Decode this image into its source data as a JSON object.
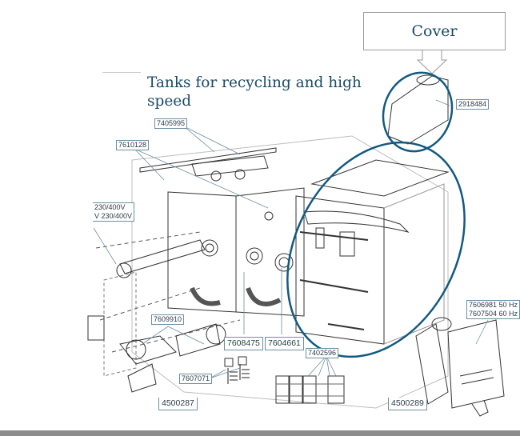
{
  "diagram": {
    "title": "Tanks for recycling and high speed",
    "callout": {
      "label": "Cover"
    },
    "accent_color": "#135a7f",
    "part_labels": [
      {
        "id": "2918484",
        "text": "2918484"
      },
      {
        "id": "7405995",
        "text": "7405995"
      },
      {
        "id": "7610128",
        "text": "7610128"
      },
      {
        "id": "voltage",
        "text": "230/400V\nV 230/400V"
      },
      {
        "id": "7609910",
        "text": "7609910"
      },
      {
        "id": "7608475",
        "text": "7608475"
      },
      {
        "id": "7604661",
        "text": "7604661"
      },
      {
        "id": "7402596",
        "text": "7402596"
      },
      {
        "id": "7607071",
        "text": "7607071"
      },
      {
        "id": "4500287",
        "text": "4500287"
      },
      {
        "id": "4500289",
        "text": "4500289"
      },
      {
        "id": "pump",
        "text": "7606981 50 Hz\n7607504 60 Hz"
      }
    ],
    "highlights": [
      {
        "name": "cover-highlight",
        "target": "2918484"
      },
      {
        "name": "tank-highlight",
        "target": "tank assembly"
      }
    ]
  }
}
